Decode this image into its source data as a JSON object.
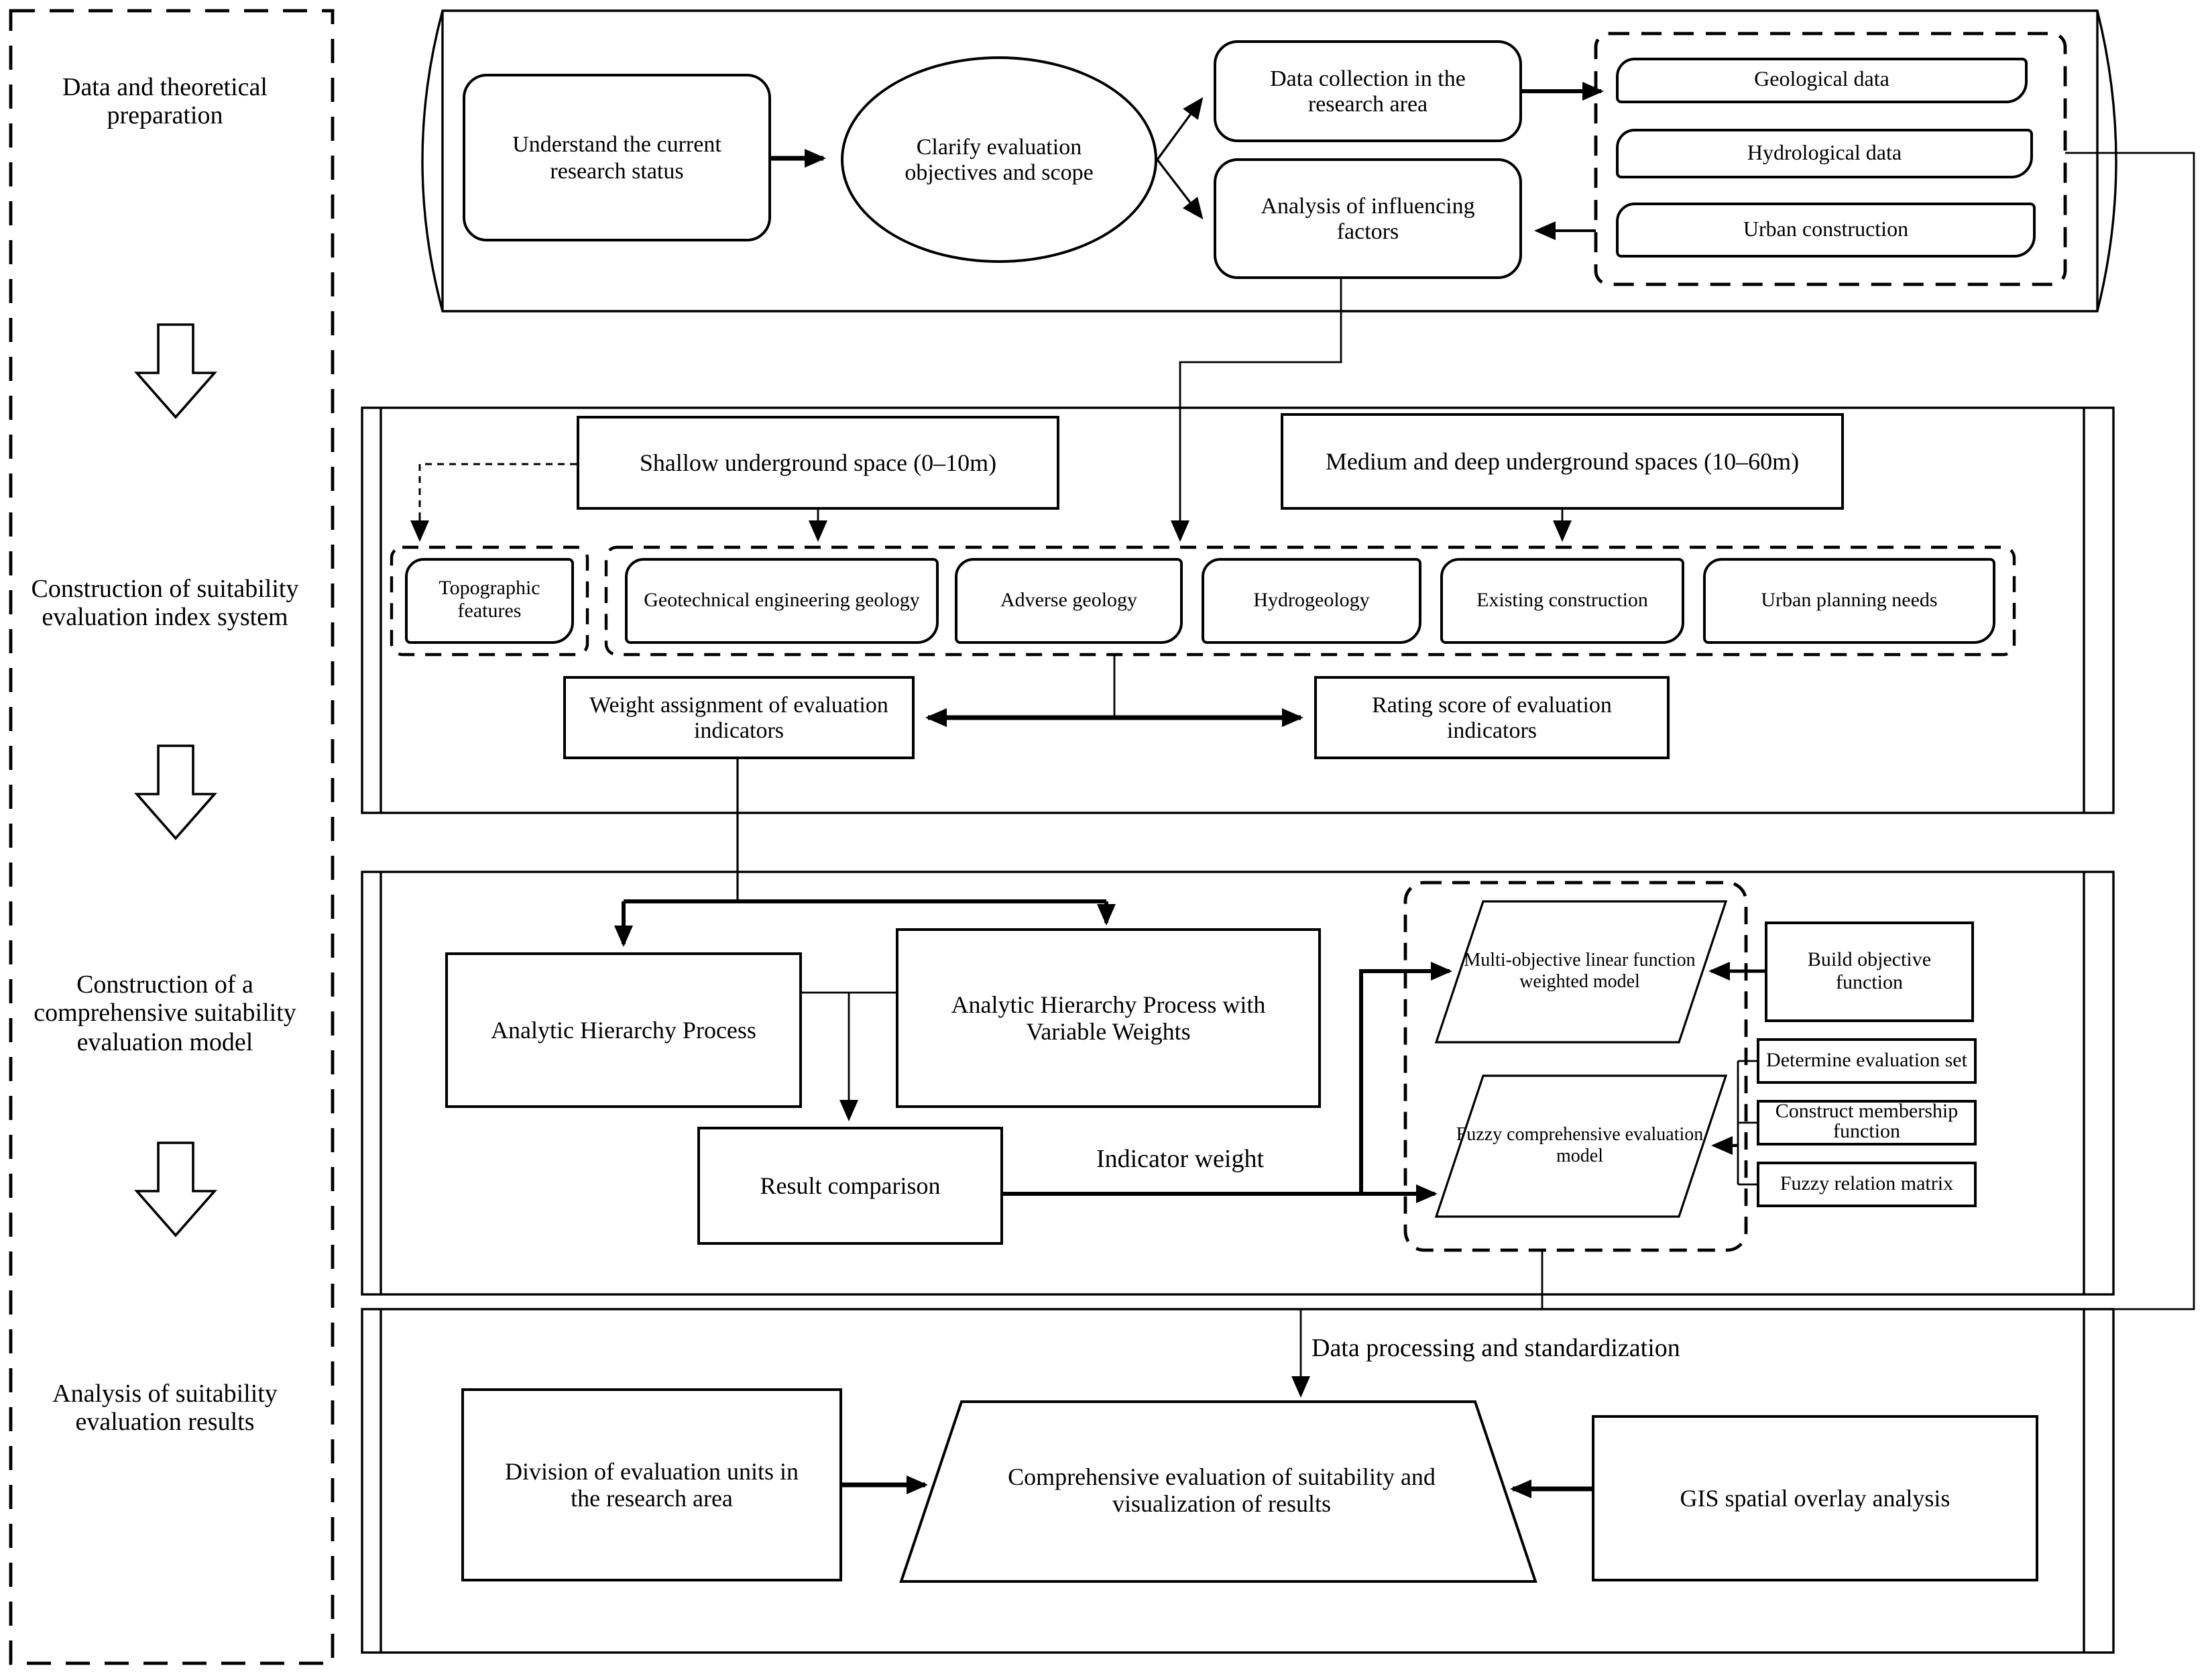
{
  "diagram": {
    "title": "Suitability evaluation research flowchart",
    "colors": {
      "ink": "#000000",
      "background": "#ffffff"
    },
    "sidebar": {
      "stages": [
        "Data and theoretical preparation",
        "Construction of suitability evaluation index system",
        "Construction of a comprehensive suitability evaluation model",
        "Analysis of suitability evaluation results"
      ]
    },
    "section1": {
      "understand": "Understand the current research status",
      "clarify": "Clarify evaluation objectives and scope",
      "data_collection": "Data collection in the research area",
      "influencing": "Analysis of influencing factors",
      "data_boxes": [
        "Geological data",
        "Hydrological data",
        "Urban construction"
      ]
    },
    "section2": {
      "shallow": "Shallow underground space (0–10m)",
      "medium_deep": "Medium and deep underground spaces (10–60m)",
      "indicator_boxes": [
        "Topographic features",
        "Geotechnical engineering geology",
        "Adverse geology",
        "Hydrogeology",
        "Existing construction",
        "Urban planning needs"
      ],
      "weight": "Weight assignment of evaluation indicators",
      "rating": "Rating score of evaluation indicators"
    },
    "section3": {
      "ahp": "Analytic Hierarchy Process",
      "ahp_variable": "Analytic Hierarchy Process with Variable Weights",
      "result_comparison": "Result comparison",
      "indicator_weight": "Indicator weight",
      "multi_objective": "Multi-objective linear function weighted model",
      "fuzzy_model": "Fuzzy comprehensive evaluation model",
      "build_objective": "Build objective function",
      "determine_set": "Determine evaluation set",
      "membership": "Construct membership function",
      "fuzzy_matrix": "Fuzzy relation matrix"
    },
    "section4": {
      "data_processing": "Data processing and standardization",
      "division": "Division of evaluation units in the research area",
      "comprehensive": "Comprehensive evaluation of suitability and visualization of results",
      "gis": "GIS spatial overlay analysis"
    }
  }
}
